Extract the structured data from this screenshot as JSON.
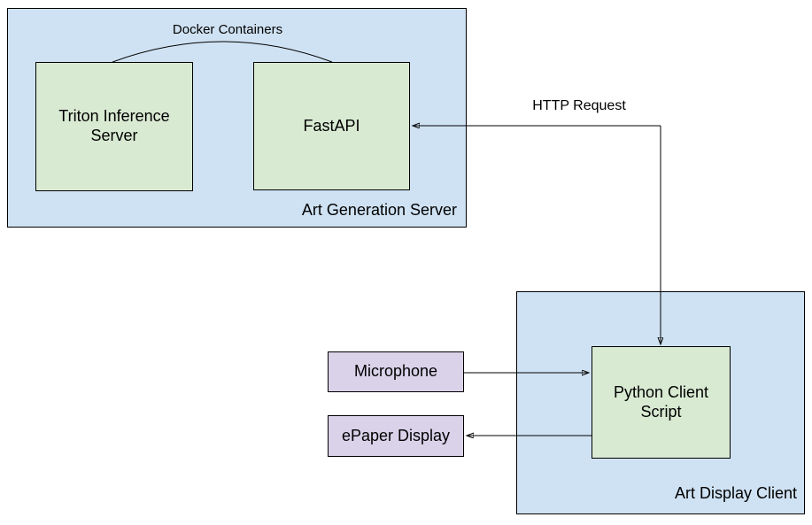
{
  "diagram": {
    "colors": {
      "canvas_background": "#ffffff",
      "container_fill": "#cfe2f3",
      "component_fill": "#d9ead3",
      "device_fill": "#d9d2e9",
      "border": "#000000",
      "connector": "#000000",
      "text": "#000000"
    },
    "containers": {
      "art_generation_server": {
        "label": "Art Generation Server"
      },
      "art_display_client": {
        "label": "Art Display Client"
      }
    },
    "nodes": {
      "triton": {
        "label": "Triton Inference Server"
      },
      "fastapi": {
        "label": "FastAPI"
      },
      "python_client": {
        "label": "Python Client Script"
      },
      "microphone": {
        "label": "Microphone"
      },
      "epaper_display": {
        "label": "ePaper Display"
      }
    },
    "connectors": {
      "docker_containers": {
        "label": "Docker Containers"
      },
      "http_request": {
        "label": "HTTP Request"
      }
    }
  }
}
